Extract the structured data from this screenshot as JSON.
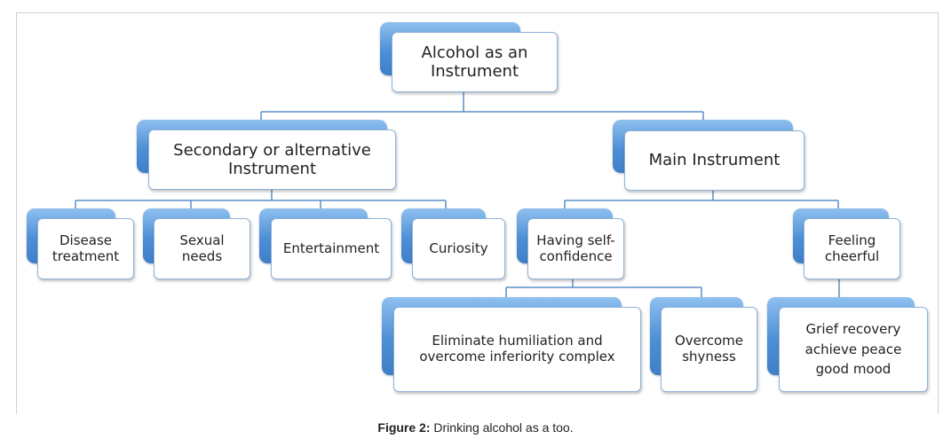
{
  "nodes": {
    "root": "Alcohol as an\nInstrument",
    "secondary": "Secondary or alternative\nInstrument",
    "main": "Main Instrument",
    "disease": "Disease\ntreatment",
    "sexual": "Sexual\nneeds",
    "entertainment": "Entertainment",
    "curiosity": "Curiosity",
    "confidence": "Having self-\nconfidence",
    "cheerful": "Feeling\ncheerful",
    "humiliation": "Eliminate humiliation and\novercome inferiority complex",
    "shyness": "Overcome\nshyness",
    "grief": "Grief recovery\nachieve peace\ngood mood"
  },
  "caption": {
    "label": "Figure 2:",
    "text": " Drinking alcohol as a too."
  },
  "colors": {
    "tab": "#4d8fd6",
    "box_border": "#8fb3d9",
    "connector": "#5b8fc7"
  }
}
